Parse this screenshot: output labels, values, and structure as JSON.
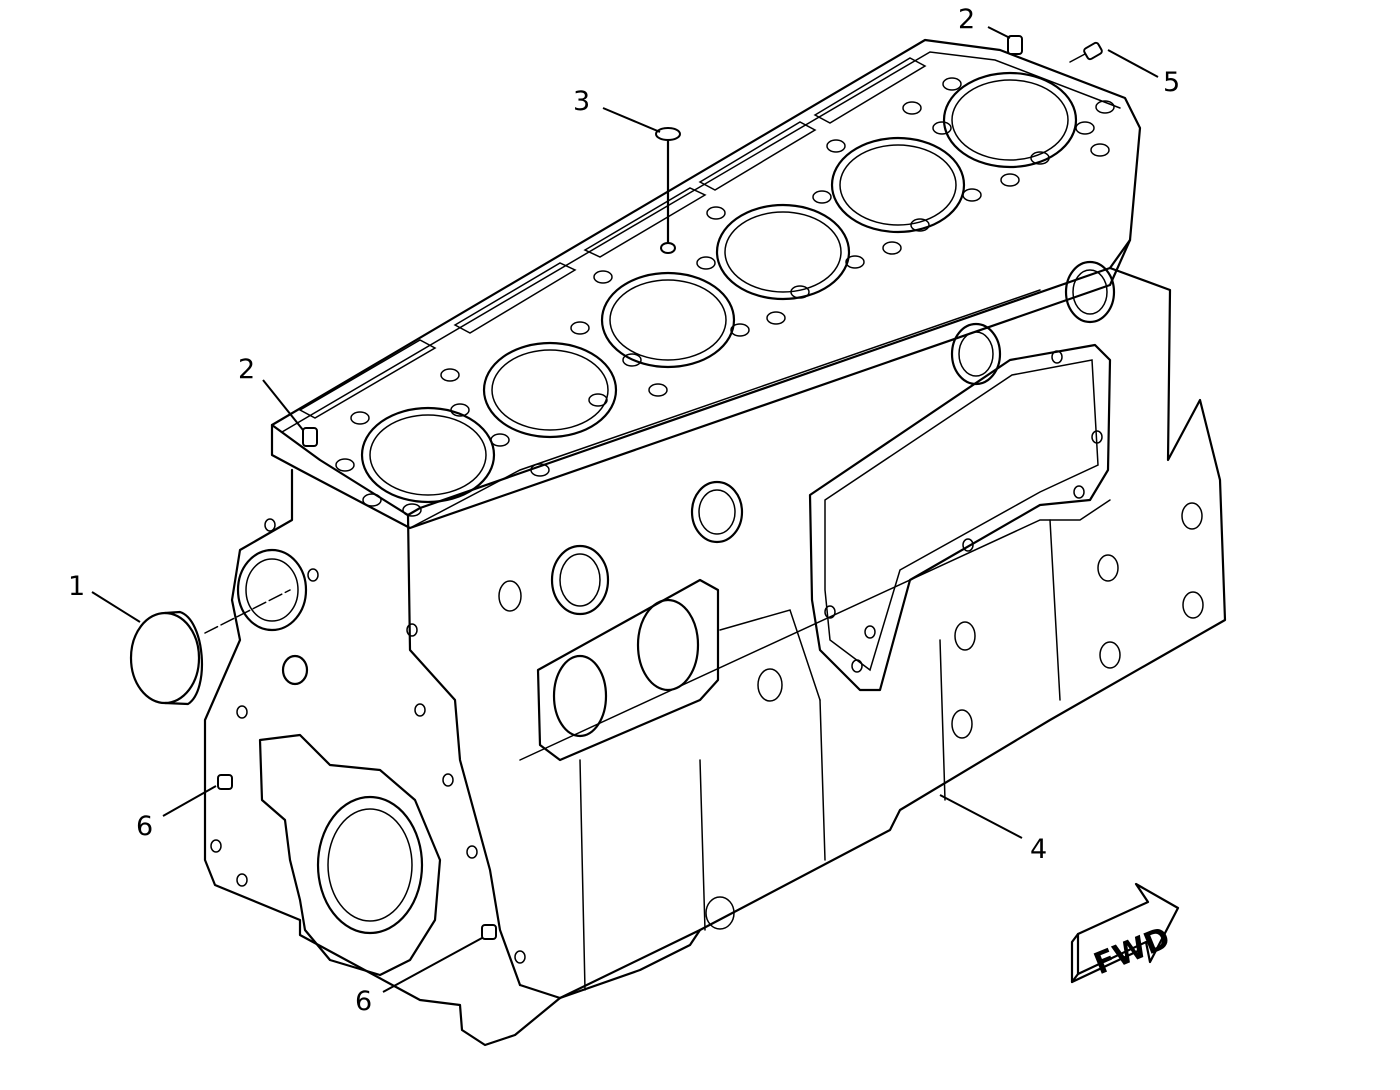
{
  "callouts": [
    {
      "label": "1",
      "part": "plug"
    },
    {
      "label": "2",
      "part": "dowel-top-rear"
    },
    {
      "label": "2",
      "part": "dowel-top-front"
    },
    {
      "label": "3",
      "part": "nozzle"
    },
    {
      "label": "4",
      "part": "cylinder-block"
    },
    {
      "label": "5",
      "part": "dowel-rear-edge"
    },
    {
      "label": "6",
      "part": "dowel-side-upper"
    },
    {
      "label": "6",
      "part": "dowel-side-lower"
    }
  ],
  "fwd_arrow": {
    "label": "FWD"
  },
  "colors": {
    "line": "#000000",
    "background": "#ffffff"
  }
}
